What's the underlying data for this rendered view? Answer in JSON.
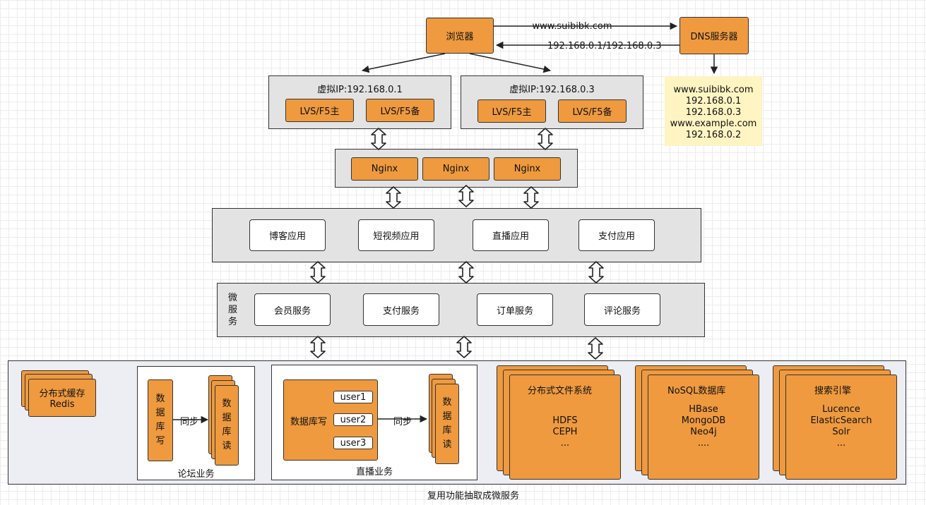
{
  "browser": "浏览器",
  "dns_server": "DNS服务器",
  "request_label": "www.suibibk.com",
  "response_label": "192.168.0.1/192.168.0.3",
  "dns_note": [
    "www.suibibk.com",
    "192.168.0.1",
    "192.168.0.3",
    "www.example.com",
    "192.168.0.2"
  ],
  "lvs_groups": [
    {
      "title": "虚拟IP:192.168.0.1",
      "primary": "LVS/F5主",
      "backup": "LVS/F5备"
    },
    {
      "title": "虚拟IP:192.168.0.3",
      "primary": "LVS/F5主",
      "backup": "LVS/F5备"
    }
  ],
  "nginx": [
    "Nginx",
    "Nginx",
    "Nginx"
  ],
  "apps": [
    "博客应用",
    "短视频应用",
    "直播应用",
    "支付应用"
  ],
  "microservice_label": "微服务",
  "services": [
    "会员服务",
    "支付服务",
    "订单服务",
    "评论服务"
  ],
  "bottom": {
    "caption": "复用功能抽取成微服务",
    "cache": {
      "name": "分布式缓存",
      "tech": "Redis"
    },
    "forum": {
      "title": "论坛业务",
      "write": "数据库写",
      "sync": "同步",
      "read": "数据库读"
    },
    "live": {
      "title": "直播业务",
      "write": "数据库写",
      "users": [
        "user1",
        "user2",
        "user3"
      ],
      "sync": "同步",
      "read": "数据库读"
    },
    "filesystem": {
      "title": "分布式文件系统",
      "items": [
        "HDFS",
        "CEPH",
        "..."
      ]
    },
    "nosql": {
      "title": "NoSQL数据库",
      "items": [
        "HBase",
        "MongoDB",
        "Neo4j",
        "...."
      ]
    },
    "search": {
      "title": "搜索引擎",
      "items": [
        "Lucence",
        "ElasticSearch",
        "Solr",
        "..."
      ]
    }
  },
  "colors": {
    "node": "#ef9a3f",
    "group": "#e3e3e3",
    "note": "#fff4c2",
    "bottom_panel": "#eceef3"
  }
}
